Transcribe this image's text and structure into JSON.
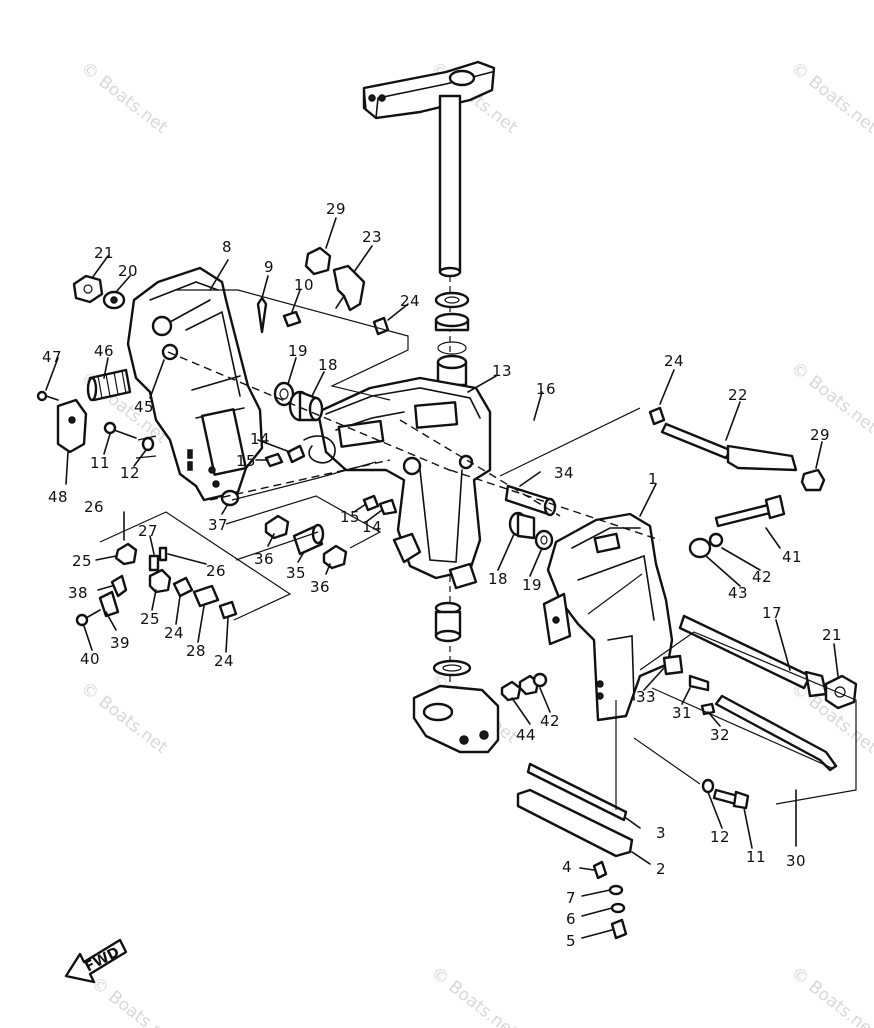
{
  "diagram": {
    "watermark_text": "© Boats.net",
    "fwd_label": "FWD",
    "callouts": {
      "c1": "1",
      "c2": "2",
      "c3": "3",
      "c4": "4",
      "c5": "5",
      "c6": "6",
      "c7": "7",
      "c8": "8",
      "c9": "9",
      "c10": "10",
      "c11a": "11",
      "c11b": "11",
      "c12a": "12",
      "c12b": "12",
      "c13": "13",
      "c14a": "14",
      "c14b": "14",
      "c15a": "15",
      "c15b": "15",
      "c16": "16",
      "c17": "17",
      "c18a": "18",
      "c18b": "18",
      "c19a": "19",
      "c19b": "19",
      "c20": "20",
      "c21a": "21",
      "c21b": "21",
      "c22": "22",
      "c23": "23",
      "c24a": "24",
      "c24b": "24",
      "c24c": "24",
      "c24d": "24",
      "c25a": "25",
      "c25b": "25",
      "c26a": "26",
      "c26b": "26",
      "c27": "27",
      "c28": "28",
      "c29a": "29",
      "c29b": "29",
      "c30": "30",
      "c31": "31",
      "c32": "32",
      "c33": "33",
      "c34": "34",
      "c35": "35",
      "c36a": "36",
      "c36b": "36",
      "c37": "37",
      "c38": "38",
      "c39": "39",
      "c40": "40",
      "c41": "41",
      "c42a": "42",
      "c42b": "42",
      "c43": "43",
      "c44": "44",
      "c45": "45",
      "c46": "46",
      "c47": "47",
      "c48": "48"
    }
  }
}
